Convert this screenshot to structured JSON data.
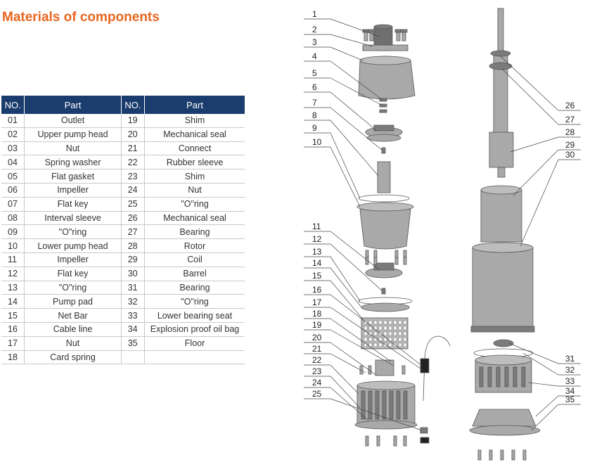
{
  "title": "Materials of components",
  "table": {
    "headers": [
      "NO.",
      "Part",
      "NO.",
      "Part"
    ],
    "rows": [
      [
        "01",
        "Outlet",
        "19",
        "Shim"
      ],
      [
        "02",
        "Upper pump head",
        "20",
        "Mechanical seal"
      ],
      [
        "03",
        "Nut",
        "21",
        "Connect"
      ],
      [
        "04",
        "Spring washer",
        "22",
        "Rubber sleeve"
      ],
      [
        "05",
        "Flat gasket",
        "23",
        "Shim"
      ],
      [
        "06",
        "Impeller",
        "24",
        "Nut"
      ],
      [
        "07",
        "Flat key",
        "25",
        "\"O\"ring"
      ],
      [
        "08",
        "Interval sleeve",
        "26",
        "Mechanical seal"
      ],
      [
        "09",
        "\"O\"ring",
        "27",
        "Bearing"
      ],
      [
        "10",
        "Lower pump head",
        "28",
        "Rotor"
      ],
      [
        "11",
        "Impeller",
        "29",
        "Coil"
      ],
      [
        "12",
        "Flat key",
        "30",
        "Barrel"
      ],
      [
        "13",
        "\"O\"ring",
        "31",
        "Bearing"
      ],
      [
        "14",
        "Pump pad",
        "32",
        "\"O\"ring"
      ],
      [
        "15",
        "Net Bar",
        "33",
        "Lower bearing seat"
      ],
      [
        "16",
        "Cable line",
        "34",
        "Explosion proof oil bag"
      ],
      [
        "17",
        "Nut",
        "35",
        "Floor"
      ],
      [
        "18",
        "Card spring",
        "",
        ""
      ]
    ]
  },
  "callouts_left": [
    "1",
    "2",
    "3",
    "4",
    "5",
    "6",
    "7",
    "8",
    "9",
    "10",
    "11",
    "12",
    "13",
    "14",
    "15",
    "16",
    "17",
    "18",
    "19",
    "20",
    "21",
    "22",
    "23",
    "24",
    "25"
  ],
  "callouts_right": [
    "26",
    "27",
    "28",
    "29",
    "30",
    "31",
    "32",
    "33",
    "34",
    "35"
  ],
  "colors": {
    "accent": "#e8661f",
    "header": "#1b3d6e",
    "part_fill": "#a9a9a9",
    "part_dark": "#7b7b7b"
  }
}
